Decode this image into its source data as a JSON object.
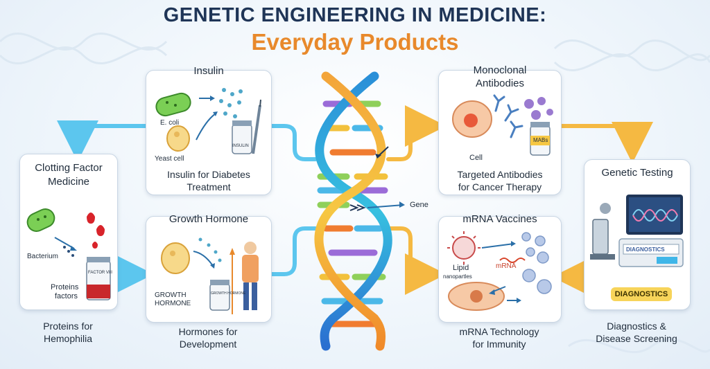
{
  "header": {
    "title": "GENETIC ENGINEERING IN MEDICINE:",
    "subtitle": "Everyday Products"
  },
  "center": {
    "gene_label": "Gene"
  },
  "cards": {
    "insulin": {
      "title": "Insulin",
      "desc_line1": "Insulin for Diabetes",
      "desc_line2": "Treatment",
      "label_ecoli": "E. coli",
      "label_yeast": "Yeast cell",
      "vial_label": "INSULIN"
    },
    "growth": {
      "title": "Growth Hormone",
      "desc_line1": "Hormones for",
      "desc_line2": "Development",
      "label_hormone_line1": "GROWTH",
      "label_hormone_line2": "HORMONE",
      "vial_label": "GROWTH HORMONE"
    },
    "clotting": {
      "title_line1": "Clotting Factor",
      "title_line2": "Medicine",
      "desc_line1": "Proteins for",
      "desc_line2": "Hemophilia",
      "label_bacterium": "Bacterium",
      "label_proteins_line1": "Proteins",
      "label_proteins_line2": "factors",
      "vial_label": "FACTOR VIII"
    },
    "monoclonal": {
      "title_line1": "Monoclonal",
      "title_line2": "Antibodies",
      "desc_line1": "Targeted Antibodies",
      "desc_line2": "for Cancer Therapy",
      "label_cell": "Cell",
      "vial_label": "MABs"
    },
    "mrna": {
      "title": "mRNA Vaccines",
      "desc_line1": "mRNA Technology",
      "desc_line2": "for Immunity",
      "label_lipid": "Lipid",
      "label_nano": "nanopartles",
      "label_mrna": "mRNA"
    },
    "testing": {
      "title": "Genetic Testing",
      "desc_line1": "Diagnostics &",
      "desc_line2": "Disease Screening",
      "screen_label": "DIAGNOSTICS",
      "badge": "DIAGNOSTICS"
    }
  },
  "colors": {
    "title": "#1f3557",
    "subtitle": "#e8892b",
    "arrow_blue": "#5cc6ee",
    "arrow_orange": "#f5b942",
    "badge": "#f7d45a"
  }
}
